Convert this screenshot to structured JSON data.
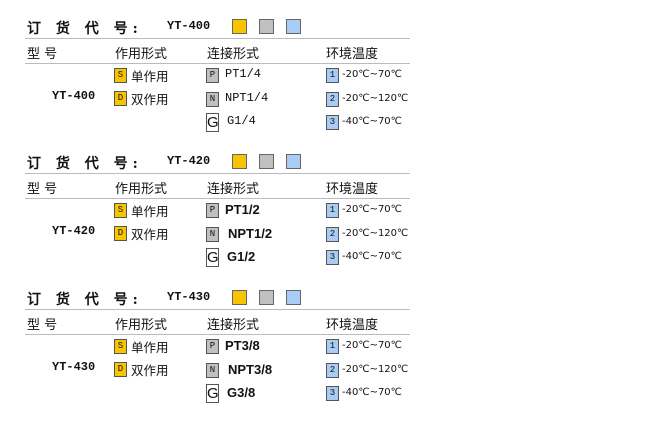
{
  "labels": {
    "order_code": "订 货 代 号:",
    "model": "型 号",
    "action": "作用形式",
    "connection": "连接形式",
    "temperature": "环境温度"
  },
  "colors": {
    "yellow": "#f8c400",
    "gray": "#c0c0c0",
    "blue": "#a8ccf4"
  },
  "action_types": [
    {
      "badge": "S",
      "label": "单作用"
    },
    {
      "badge": "D",
      "label": "双作用"
    }
  ],
  "temps": [
    {
      "badge": "1",
      "label": "-20℃~70℃"
    },
    {
      "badge": "2",
      "label": "-20℃~120℃"
    },
    {
      "badge": "3",
      "label": "-40℃~70℃"
    }
  ],
  "sections": [
    {
      "code": "YT-400",
      "model": "YT-400",
      "connections": [
        {
          "badge": "P",
          "label": "PT1/4"
        },
        {
          "badge": "N",
          "label": "NPT1/4"
        },
        {
          "badge": "G",
          "label": "G1/4"
        }
      ]
    },
    {
      "code": "YT-420",
      "model": "YT-420",
      "connections": [
        {
          "badge": "P",
          "label": "PT1/2"
        },
        {
          "badge": "N",
          "label": "NPT1/2"
        },
        {
          "badge": "G",
          "label": "G1/2"
        }
      ]
    },
    {
      "code": "YT-430",
      "model": "YT-430",
      "connections": [
        {
          "badge": "P",
          "label": "PT3/8"
        },
        {
          "badge": "N",
          "label": "NPT3/8"
        },
        {
          "badge": "G",
          "label": "G3/8"
        }
      ]
    }
  ]
}
